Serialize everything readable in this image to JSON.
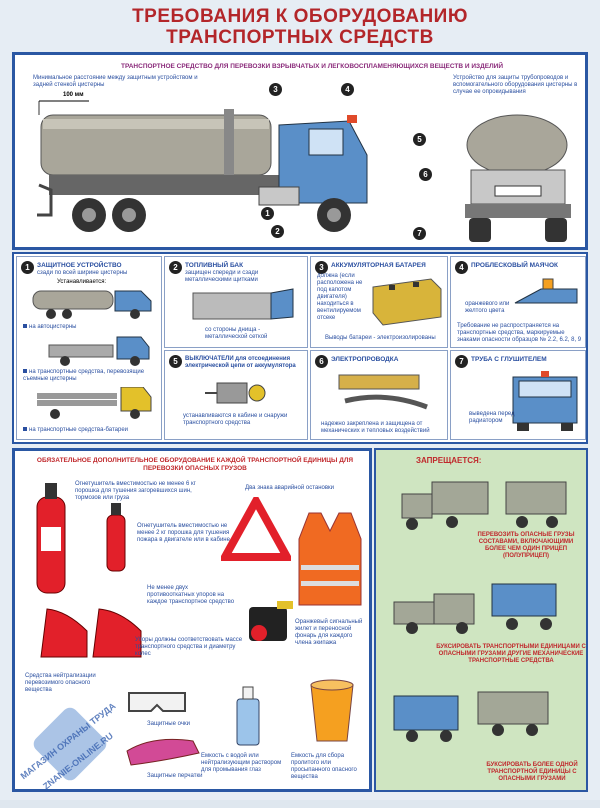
{
  "title": {
    "line1": "ТРЕБОВАНИЯ К ОБОРУДОВАНИЮ",
    "line2": "ТРАНСПОРТНЫХ СРЕДСТВ"
  },
  "top_section": {
    "header": "ТРАНСПОРТНОЕ СРЕДСТВО ДЛЯ ПЕРЕВОЗКИ ВЗРЫВЧАТЫХ И ЛЕГКОВОСПЛАМЕНЯЮЩИХСЯ ВЕЩЕСТВ И ИЗДЕЛИЙ",
    "left_note": "Минимальное расстояние между защитным устройством и задней стенкой цистерны",
    "distance": "100 мм",
    "right_note": "Устройство для защиты трубопроводов и вспомогательного оборудования цистерны в случае ее опрокидывания",
    "callouts": [
      "1",
      "2",
      "3",
      "4",
      "5",
      "6",
      "7"
    ]
  },
  "cells": {
    "c1": {
      "num": "1",
      "title": "ЗАЩИТНОЕ УСТРОЙСТВО",
      "sub": "сзади по всей ширине цистерны",
      "installed": "Устанавливается:",
      "items": [
        "на автоцистерны",
        "на транспортные средства, перевозящие съемные цистерны",
        "на транспортные средства-батареи"
      ]
    },
    "c2": {
      "num": "2",
      "title": "ТОПЛИВНЫЙ БАК",
      "sub": "защищен спереди и сзади металлическими щитками",
      "note": "со стороны днища - металлической сеткой"
    },
    "c3": {
      "num": "3",
      "title": "АККУМУЛЯТОРНАЯ БАТАРЕЯ",
      "sub": "должна (если расположена не под капотом двигателя) находиться в вентилируемом отсеке",
      "note": "Выводы батареи - электроизолированы"
    },
    "c4": {
      "num": "4",
      "title": "ПРОБЛЕСКОВЫЙ МАЯЧОК",
      "sub": "оранжевого или желтого цвета",
      "note": "Требование не распространяется на транспортные средства, маркируемые знаками опасности образцов № 2.2, 6.2, 8, 9"
    },
    "c5": {
      "num": "5",
      "title": "ВЫКЛЮЧАТЕЛИ для отсоединения электрической цепи от аккумулятора",
      "note": "устанавливаются в кабине и снаружи транспортного средства"
    },
    "c6": {
      "num": "6",
      "title": "ЭЛЕКТРОПРОВОДКА",
      "note": "надежно закреплена и защищена от механических и тепловых воздействий"
    },
    "c7": {
      "num": "7",
      "title": "ТРУБА С ГЛУШИТЕЛЕМ",
      "note": "выведена перед радиатором"
    }
  },
  "bottom_left": {
    "header": "ОБЯЗАТЕЛЬНОЕ ДОПОЛНИТЕЛЬНОЕ ОБОРУДОВАНИЕ КАЖДОЙ ТРАНСПОРТНОЙ ЕДИНИЦЫ ДЛЯ ПЕРЕВОЗКИ ОПАСНЫХ ГРУЗОВ",
    "ext1": "Огнетушитель вместимостью не менее 6 кг порошка для тушения загоревшихся шин, тормозов или груза",
    "triangles": "Два знака аварийной остановки",
    "ext2": "Огнетушитель вместимостью не менее 2 кг порошка для тушения пожара в двигателе или в кабине",
    "chocks": "Не менее двух противооткатных упоров на каждое транспортное средство",
    "chocks_note": "Упоры должны соответствовать массе транспортного средства и диаметру колес",
    "vest": "Оранжевый сигнальный жилет и переносной фонарь для каждого члена экипажа",
    "neutral": "Средства нейтрализации перевозимого опасного вещества",
    "goggles": "Защитные очки",
    "gloves": "Защитные перчатки",
    "bottle": "Емкость с водой или нейтрализующим раствором для промывания глаз",
    "bucket": "Емкость для сбора пролитого или просыпанного опасного вещества"
  },
  "bottom_right": {
    "header": "ЗАПРЕЩАЕТСЯ:",
    "p1": "ПЕРЕВОЗИТЬ ОПАСНЫЕ ГРУЗЫ СОСТАВАМИ, ВКЛЮЧАЮЩИМИ БОЛЕЕ ЧЕМ ОДИН ПРИЦЕП (ПОЛУПРИЦЕП)",
    "p2": "БУКСИРОВАТЬ ТРАНСПОРТНЫМИ ЕДИНИЦАМИ С ОПАСНЫМИ ГРУЗАМИ ДРУГИЕ МЕХАНИЧЕСКИЕ ТРАНСПОРТНЫЕ СРЕДСТВА",
    "p3": "БУКСИРОВАТЬ БОЛЕЕ ОДНОЙ ТРАНСПОРТНОЙ ЕДИНИЦЫ С ОПАСНЫМИ ГРУЗАМИ"
  },
  "watermark": {
    "line1": "МАГАЗИН ОХРАНЫ ТРУДА",
    "line2": "ZNANIE-ONLINE.RU"
  },
  "colors": {
    "title_red": "#b3262a",
    "frame_blue": "#2a57a3",
    "text_blue": "#2a4fa0",
    "warn_red": "#c0282c",
    "green_panel": "#cfe5c1",
    "cab_blue": "#5a8fc8"
  }
}
